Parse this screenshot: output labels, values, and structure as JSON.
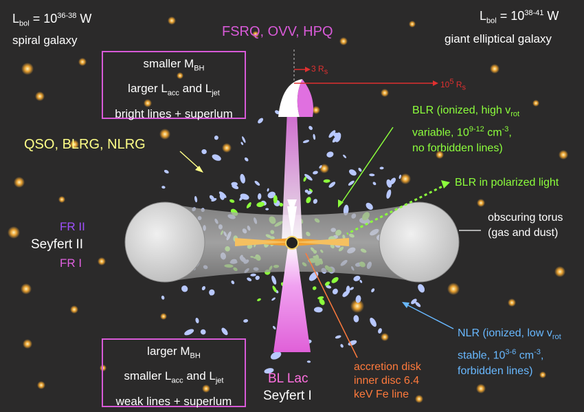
{
  "colors": {
    "background": "#2b2a2a",
    "magenta": "#d85ad8",
    "yellow": "#ffff88",
    "green": "#8cff3c",
    "blue": "#68b8ff",
    "orange": "#ff7a3c",
    "red": "#e03030",
    "white": "#ffffff",
    "torus": "#c8c8c8",
    "cloud_blue": "#b8c8ff"
  },
  "top_left": {
    "lbol_base": "L",
    "lbol_sub": "bol",
    "lbol_eq": " = 10",
    "lbol_exp": "36-38",
    "lbol_unit": " W",
    "host": "spiral galaxy"
  },
  "top_right": {
    "lbol_base": "L",
    "lbol_sub": "bol",
    "lbol_eq": " = 10",
    "lbol_exp": "38-41",
    "lbol_unit": " W",
    "host": "giant elliptical galaxy"
  },
  "jet_top_label": "FSRQ, OVV, HPQ",
  "scale": {
    "small_arrow": "3 R",
    "small_sub": "s",
    "large_prefix": "10",
    "large_exp": "5",
    "large_base": " R",
    "large_sub": "s"
  },
  "box_top": {
    "l1_pre": "smaller M",
    "l1_sub": "BH",
    "l2_pre": "larger L",
    "l2_sub1": "acc",
    "l2_mid": " and L",
    "l2_sub2": "jet",
    "l3": "bright lines + superlum"
  },
  "box_bottom": {
    "l1_pre": "larger M",
    "l1_sub": "BH",
    "l2_pre": "smaller L",
    "l2_sub1": "acc",
    "l2_mid": " and L",
    "l2_sub2": "jet",
    "l3": "weak lines + superlum"
  },
  "qso_label": "QSO, BLRG, NLRG",
  "blr": {
    "l1_pre": "BLR (ionized, high v",
    "l1_sub": "rot",
    "l2_pre": "variable, 10",
    "l2_exp1": "9-12",
    "l2_mid": " cm",
    "l2_exp2": "-3",
    "l2_post": ",",
    "l3": "no forbidden lines)"
  },
  "blr_polarized": "BLR in polarized light",
  "torus_label": {
    "l1": "obscuring torus",
    "l2": "(gas and dust)"
  },
  "left_labels": {
    "fr2": "FR II",
    "seyfert2": "Seyfert II",
    "fr1": "FR I"
  },
  "nlr": {
    "l1_pre": "NLR (ionized, low v",
    "l1_sub": "rot",
    "l2_pre": "stable, 10",
    "l2_exp1": "3-6",
    "l2_mid": " cm",
    "l2_exp2": "-3",
    "l2_post": ",",
    "l3": "forbidden lines)"
  },
  "accretion": {
    "l1": "accretion disk",
    "l2": "inner disc 6.4",
    "l3": "keV Fe line"
  },
  "bottom_labels": {
    "bllac": "BL Lac",
    "seyfert1": "Seyfert I"
  }
}
